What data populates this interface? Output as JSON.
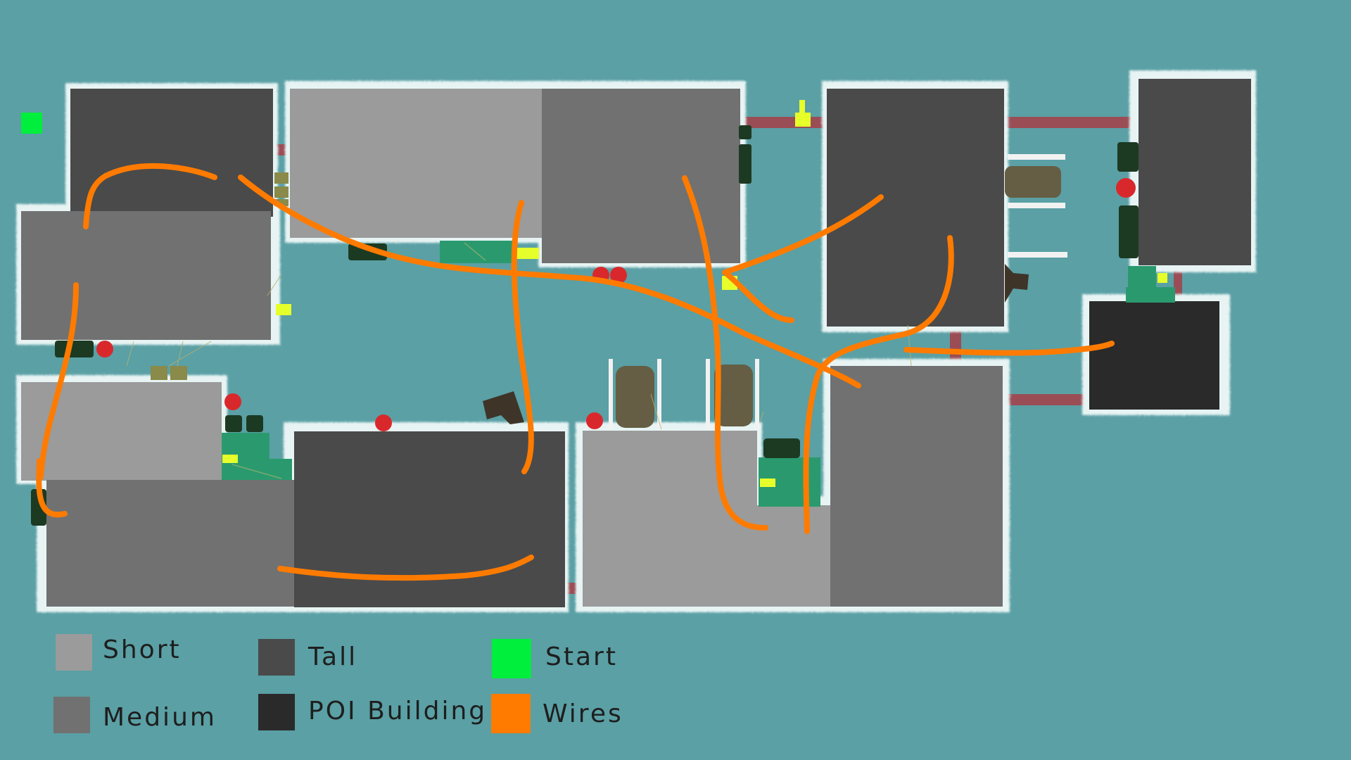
{
  "legend": {
    "short": {
      "label": "Short",
      "color": "#9b9b9b"
    },
    "medium": {
      "label": "Medium",
      "color": "#717171"
    },
    "tall": {
      "label": "Tall",
      "color": "#4a4a4a"
    },
    "poi": {
      "label": "POI Building",
      "color": "#2a2a2a"
    },
    "start": {
      "label": "Start",
      "color": "#00ee3c"
    },
    "wires": {
      "label": "Wires",
      "color": "#ff7b00"
    }
  },
  "colors": {
    "ground": "#5aa0a5",
    "snow_edge": "#e8f4f4",
    "bridge": "#9a4d55",
    "rail": "#f2f2f2",
    "container": "#2a9a6e",
    "dark_vehicle": "#1c3a22",
    "olive_block": "#8a8a4a",
    "tank": "#655e44",
    "marker": "#ff2828",
    "lamp": "#e6ff2a",
    "debris": "#3f3428"
  }
}
